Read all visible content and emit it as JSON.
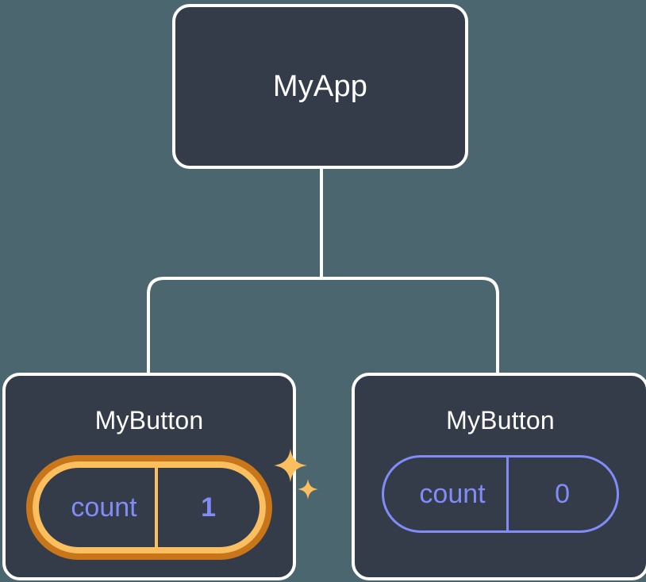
{
  "diagram": {
    "type": "component-tree",
    "background_color": "#4c6670",
    "card_fill_color": "#343b49",
    "card_border_color": "#ffffff",
    "connector_color": "#ffffff",
    "accent_state_color": "#818cf8",
    "highlight_outer_color": "#c9761a",
    "highlight_inner_color": "#fbbf5f",
    "root": {
      "title": "MyApp"
    },
    "children": [
      {
        "title": "MyButton",
        "state": {
          "key": "count",
          "value": "1"
        },
        "highlighted": true,
        "sparkles": [
          "sparkle-large-icon",
          "sparkle-small-icon"
        ]
      },
      {
        "title": "MyButton",
        "state": {
          "key": "count",
          "value": "0"
        },
        "highlighted": false,
        "sparkles": []
      }
    ]
  }
}
